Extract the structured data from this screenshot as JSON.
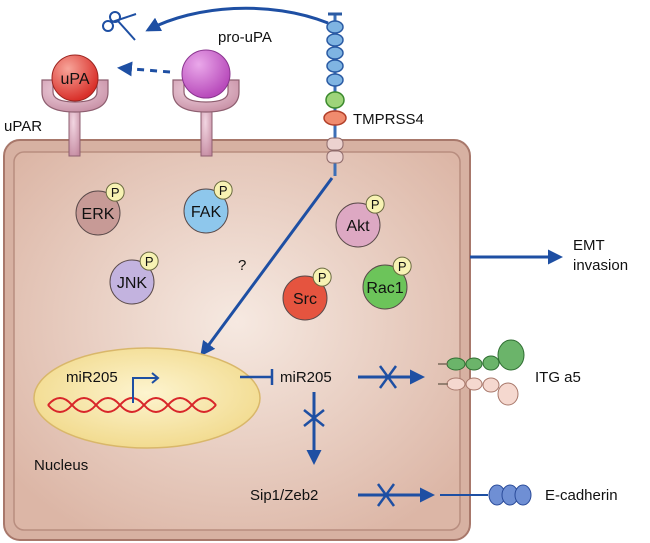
{
  "labels": {
    "pro_upa": "pro-uPA",
    "upa": "uPA",
    "upar": "uPAR",
    "tmprss4": "TMPRSS4",
    "question": "?",
    "emt": "EMT",
    "invasion": "invasion",
    "mir205_gene": "miR205",
    "mir205_rna": "miR205",
    "itg": "ITG a5",
    "nucleus": "Nucleus",
    "sip1": "Sip1/Zeb2",
    "ecadherin": "E-cadherin"
  },
  "kinases": [
    {
      "name": "ERK",
      "phospho": "P",
      "color": "#c79a96"
    },
    {
      "name": "FAK",
      "phospho": "P",
      "color": "#8ec7ec"
    },
    {
      "name": "JNK",
      "phospho": "P",
      "color": "#c3b3df"
    },
    {
      "name": "Akt",
      "phospho": "P",
      "color": "#dda8c3"
    },
    {
      "name": "Src",
      "phospho": "P",
      "color": "#e5543f"
    },
    {
      "name": "Rac1",
      "phospho": "P",
      "color": "#6cc45a"
    }
  ],
  "colors": {
    "arrow": "#1e4fa3",
    "cell_fill": "#e9cfc2",
    "cell_border": "#a8786b",
    "nucleus_fill": "#f8e7ad",
    "dna": "#d8262a",
    "phospho_badge": "#f7f2b3"
  }
}
